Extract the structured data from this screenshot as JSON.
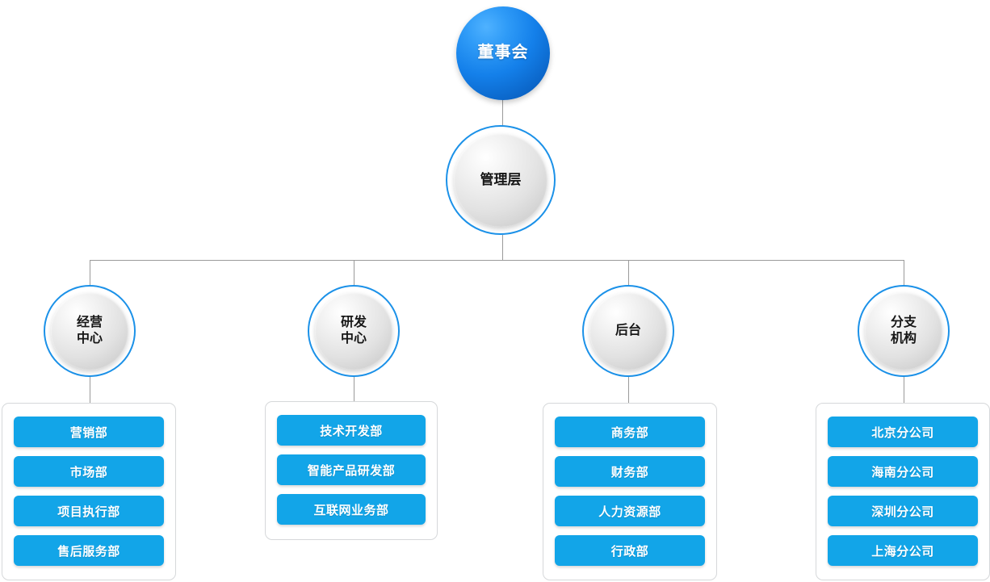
{
  "chart": {
    "type": "org-chart",
    "title": "",
    "accent_blue": "#12a5e8",
    "ring_blue": "#1b91e8",
    "board_gradient_from": "#4fb2ff",
    "board_gradient_to": "#0a5ebd",
    "line_color": "#9a9a9a",
    "box_border_color": "#d6d8da"
  },
  "levels": {
    "board": {
      "label": "董事会"
    },
    "management": {
      "label": "管理层"
    },
    "centers": [
      {
        "label": "经营\n中心"
      },
      {
        "label": "研发\n中心"
      },
      {
        "label": "后台"
      },
      {
        "label": "分支\n机构"
      }
    ]
  },
  "groups": [
    {
      "parent": "经营中心",
      "departments": [
        "营销部",
        "市场部",
        "项目执行部",
        "售后服务部"
      ]
    },
    {
      "parent": "研发中心",
      "departments": [
        "技术开发部",
        "智能产品研发部",
        "互联网业务部"
      ]
    },
    {
      "parent": "后台",
      "departments": [
        "商务部",
        "财务部",
        "人力资源部",
        "行政部"
      ]
    },
    {
      "parent": "分支机构",
      "departments": [
        "北京分公司",
        "海南分公司",
        "深圳分公司",
        "上海分公司"
      ]
    }
  ]
}
